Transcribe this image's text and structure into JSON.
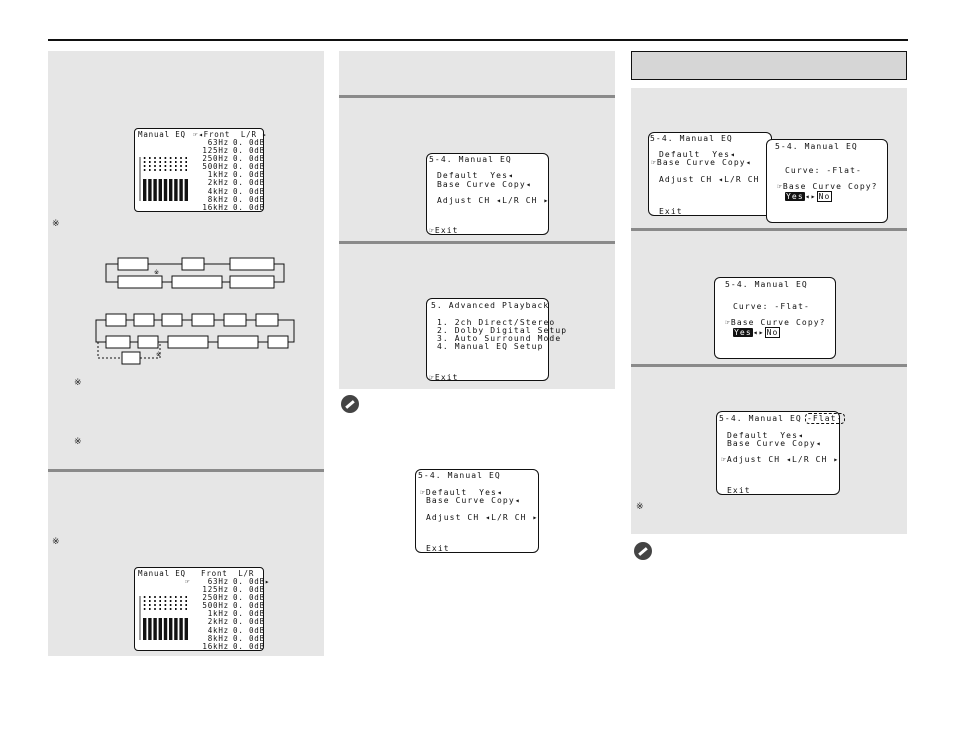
{
  "eq_screen_a": {
    "title": "Manual EQ",
    "channel": "☞◂Front  L/R ▸",
    "bands": [
      "63Hz",
      "125Hz",
      "250Hz",
      "500Hz",
      "1kHz",
      "2kHz",
      "4kHz",
      "8kHz",
      "16kHz"
    ],
    "values": [
      "0. 0dB",
      "0. 0dB",
      "0. 0dB",
      "0. 0dB",
      "0. 0dB",
      "0. 0dB",
      "0. 0dB",
      "0. 0dB",
      "0. 0dB"
    ],
    "bar_levels": [
      0.5,
      0.5,
      0.5,
      0.5,
      0.5,
      0.5,
      0.5,
      0.5,
      0.5
    ]
  },
  "eq_screen_b": {
    "title": "Manual EQ",
    "channel": "Front  L/R",
    "cursor": "☞",
    "bands": [
      "63Hz",
      "125Hz",
      "250Hz",
      "500Hz",
      "1kHz",
      "2kHz",
      "4kHz",
      "8kHz",
      "16kHz"
    ],
    "values": [
      "0. 0dB▸",
      "0. 0dB",
      "0. 0dB",
      "0. 0dB",
      "0. 0dB",
      "0. 0dB",
      "0. 0dB",
      "0. 0dB",
      "0. 0dB"
    ],
    "bar_levels": [
      0.5,
      0.5,
      0.5,
      0.5,
      0.5,
      0.5,
      0.5,
      0.5,
      0.5
    ]
  },
  "note_marks": [
    "※",
    "※",
    "※",
    "※",
    "※",
    "※",
    "※"
  ],
  "menu_manual_eq_1": {
    "title": "5-4. Manual EQ",
    "lines": [
      "Default  Yes◂",
      "Base Curve Copy◂",
      "",
      "Adjust CH ◂L/R CH ▸",
      "",
      "",
      "☞Exit"
    ]
  },
  "menu_advanced": {
    "title": "5. Advanced Playback",
    "lines": [
      "1. 2ch Direct/Stereo",
      "2. Dolby Digital Setup",
      "3. Auto Surround Mode",
      "4. Manual EQ Setup",
      "",
      "",
      "☞Exit"
    ]
  },
  "menu_manual_eq_2": {
    "title": "5-4. Manual EQ",
    "lines": [
      "☞Default  Yes◂",
      "Base Curve Copy◂",
      "",
      "Adjust CH ◂L/R CH ▸",
      "",
      "",
      "Exit"
    ]
  },
  "menu_manual_eq_3": {
    "title": "5-4. Manual EQ",
    "lines": [
      "Default  Yes◂",
      "☞Base Curve Copy◂",
      "",
      "Adjust CH ◂L/R CH ▸",
      "",
      "",
      "Exit"
    ]
  },
  "popup_curve_1": {
    "title": "5-4. Manual EQ",
    "curve": "Curve: -Flat-",
    "prompt": "☞Base Curve Copy?",
    "yes": "Yes",
    "no": "No"
  },
  "popup_curve_2": {
    "title": "5-4. Manual EQ",
    "curve": "Curve: -Flat-",
    "prompt": "☞Base Curve Copy?",
    "yes": "Yes",
    "no": "No"
  },
  "menu_manual_eq_4": {
    "title": "5-4. Manual EQ",
    "badge": "-Flat-",
    "lines": [
      "Default  Yes◂",
      "Base Curve Copy◂",
      "",
      "☞Adjust CH ◂L/R CH ▸",
      "",
      "",
      "Exit"
    ]
  }
}
